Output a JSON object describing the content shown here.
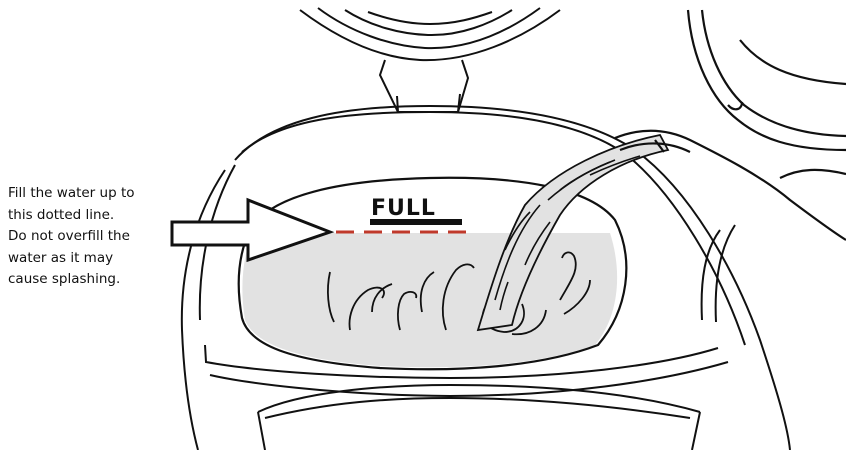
{
  "instructions": {
    "lines": [
      "Fill the water up to",
      "this dotted line.",
      "Do not overfill the",
      "water as it may",
      "cause splashing."
    ]
  },
  "full_marker": {
    "label": "FULL"
  },
  "colors": {
    "line_art": "#111111",
    "water": "#e2e2e2",
    "fill_line": "#c0392b",
    "background": "#ffffff"
  },
  "icons": {
    "arrow": "arrow-right-outline-icon",
    "kettle": "kettle-pouring-illustration"
  }
}
